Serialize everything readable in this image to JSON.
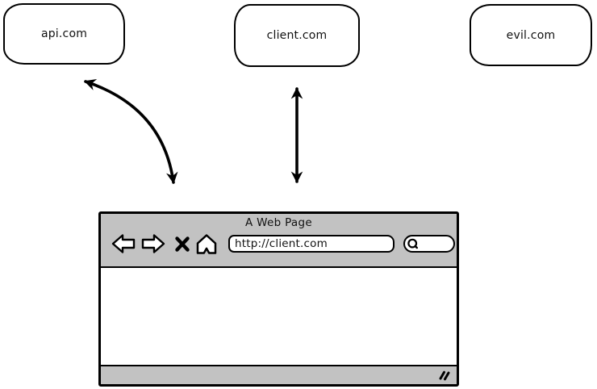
{
  "diagram": {
    "nodes": [
      {
        "label": "api.com"
      },
      {
        "label": "client.com"
      },
      {
        "label": "evil.com"
      }
    ],
    "connections": [
      {
        "from": "api.com",
        "to": "browser-window",
        "style": "curved",
        "bidirectional": true
      },
      {
        "from": "client.com",
        "to": "browser-window",
        "style": "straight",
        "bidirectional": true
      }
    ]
  },
  "browser": {
    "title": "A Web Page",
    "url_bar": {
      "value": "http://client.com"
    },
    "search_box": {
      "value": "",
      "icon": "search-icon"
    },
    "toolbar": {
      "icons": [
        "back-icon",
        "forward-icon",
        "stop-icon",
        "home-icon"
      ]
    },
    "statusbar": {
      "icon": "resize-handle-icon"
    }
  },
  "colors": {
    "chrome_gray": "#c2c2c2",
    "ink": "#000000",
    "background": "#ffffff"
  }
}
